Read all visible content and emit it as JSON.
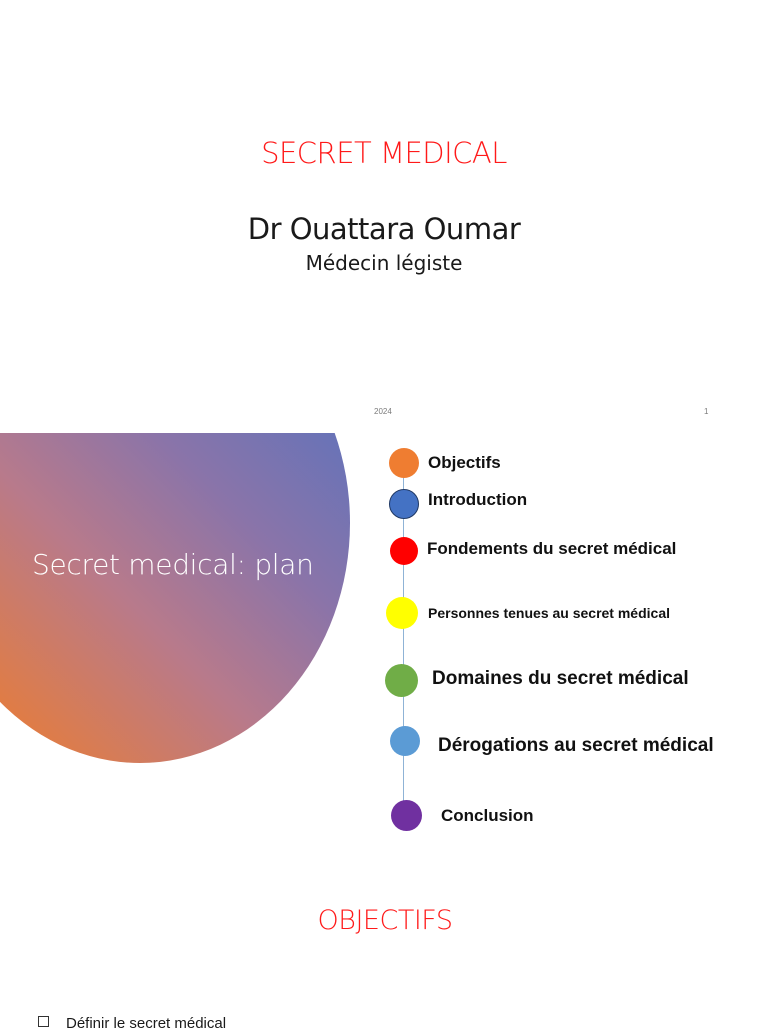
{
  "slide1": {
    "title": "SECRET MEDICAL",
    "author": "Dr Ouattara Oumar",
    "role": "Médecin légiste"
  },
  "slide2": {
    "year": "2024",
    "page_number": "1",
    "heading": "Secret medical: plan",
    "items": [
      {
        "label": "Objectifs",
        "color": "#ef7d31"
      },
      {
        "label": "Introduction",
        "color": "#4472c4"
      },
      {
        "label": "Fondements du secret médical",
        "color": "#ff0000"
      },
      {
        "label": "Personnes tenues au secret médical",
        "color": "#ffff00"
      },
      {
        "label": "Domaines du secret médical",
        "color": "#70ad47"
      },
      {
        "label": "Dérogations  au secret médical",
        "color": "#5b9bd5"
      },
      {
        "label": "Conclusion",
        "color": "#7030a0"
      }
    ]
  },
  "slide3": {
    "title": "OBJECTIFS",
    "bullet_text": "Définir le secret médical"
  },
  "colors": {
    "title_red": "#ff1a1a",
    "gradient_start": "#ef7d2b",
    "gradient_end": "#4a72c4"
  }
}
